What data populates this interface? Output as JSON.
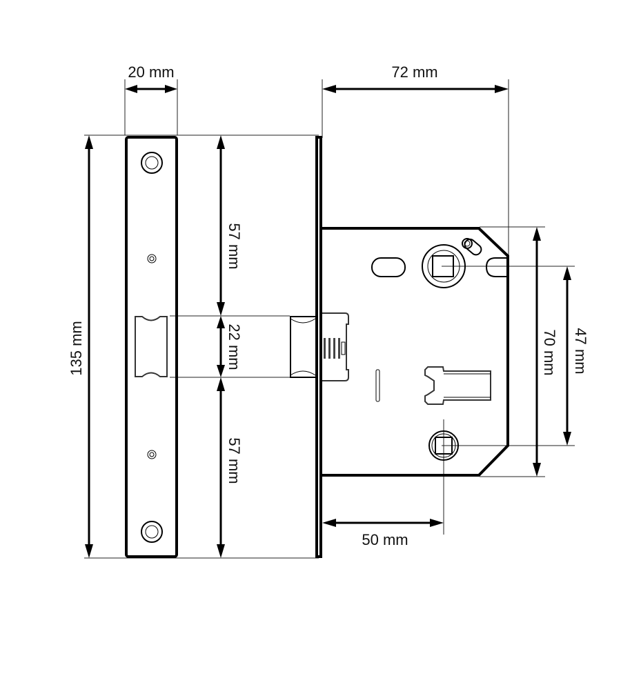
{
  "diagram": {
    "subject": "mortice sashlock technical drawing",
    "colors": {
      "line": "#000000",
      "background": "#ffffff",
      "text": "#111111"
    },
    "dimensions": {
      "forend_width": {
        "label": "20 mm",
        "value": 20,
        "unit": "mm"
      },
      "case_depth": {
        "label": "72 mm",
        "value": 72,
        "unit": "mm"
      },
      "forend_height": {
        "label": "135 mm",
        "value": 135,
        "unit": "mm"
      },
      "upper_section": {
        "label": "57 mm",
        "value": 57,
        "unit": "mm"
      },
      "latch_height": {
        "label": "22 mm",
        "value": 22,
        "unit": "mm"
      },
      "lower_section": {
        "label": "57 mm",
        "value": 57,
        "unit": "mm"
      },
      "case_height": {
        "label": "70 mm",
        "value": 70,
        "unit": "mm"
      },
      "centres": {
        "label": "47 mm",
        "value": 47,
        "unit": "mm"
      },
      "backset": {
        "label": "50 mm",
        "value": 50,
        "unit": "mm"
      }
    }
  }
}
